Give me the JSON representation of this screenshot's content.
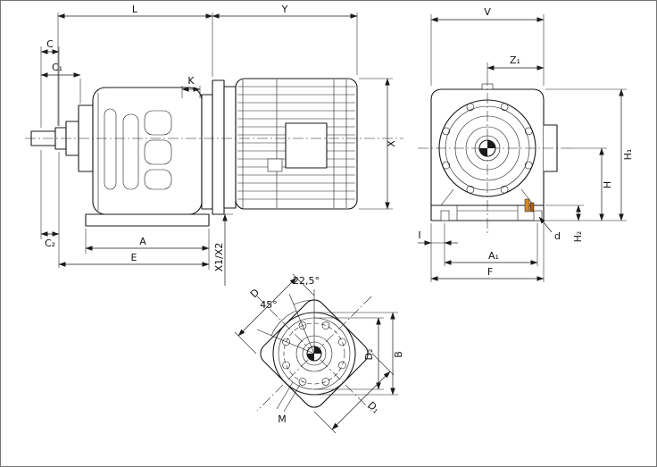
{
  "labels": {
    "L": "L",
    "Y": "Y",
    "V": "V",
    "C": "C",
    "C1": "C₁",
    "C2": "C₂",
    "K": "K",
    "A": "A",
    "E": "E",
    "X12": "X1/X2",
    "X": "X",
    "Z1": "Z₁",
    "H1": "H₁",
    "H": "H",
    "H2": "H₂",
    "d": "d",
    "I": "I",
    "A1": "A₁",
    "F": "F",
    "D": "D",
    "D1": "D₁",
    "D2": "D₂",
    "B": "B",
    "M": "M",
    "angle45": "45°",
    "angle225": "22,5°"
  },
  "colors": {
    "line": "#1a1a1a",
    "highlight": "#d4872a",
    "highlight2": "#b05c12"
  }
}
